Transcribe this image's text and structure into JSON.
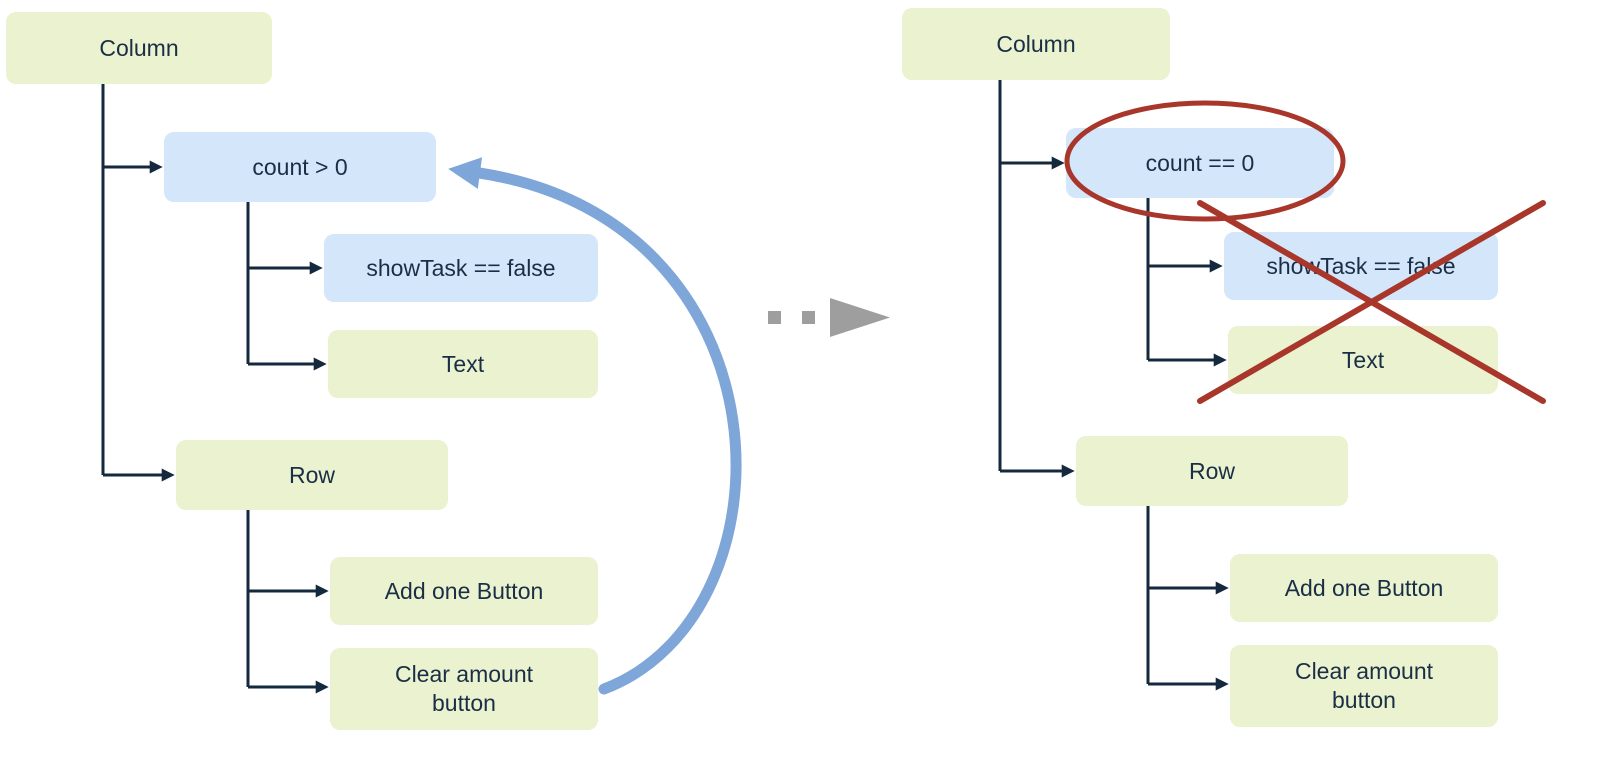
{
  "left_tree": {
    "column": "Column",
    "condition": "count > 0",
    "show_task": "showTask == false",
    "text": "Text",
    "row": "Row",
    "add_one": "Add one Button",
    "clear_amount": "Clear amount button"
  },
  "right_tree": {
    "column": "Column",
    "condition": "count == 0",
    "show_task": "showTask == false",
    "text": "Text",
    "row": "Row",
    "add_one": "Add one Button",
    "clear_amount": "Clear amount button"
  },
  "colors": {
    "composable_box": "#eaf2cf",
    "condition_box": "#d3e6fa",
    "tree_line": "#14293e",
    "text": "#1a2e45",
    "loop_arrow": "#7ea6d9",
    "annotation": "#a8362a",
    "transition": "#9e9e9e"
  }
}
